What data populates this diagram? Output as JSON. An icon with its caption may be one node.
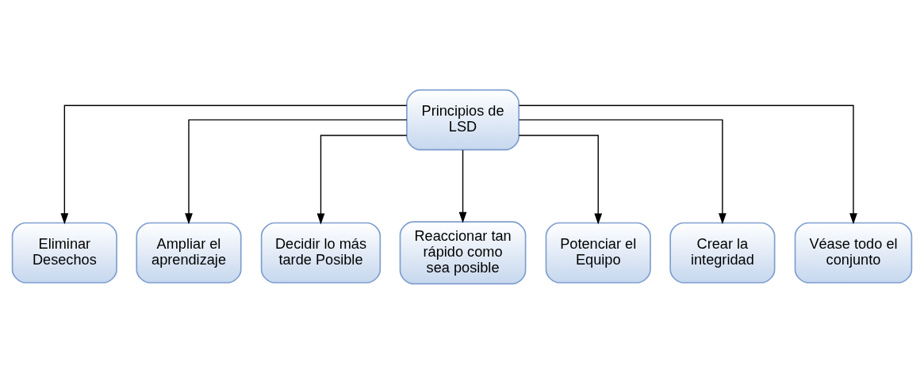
{
  "diagram": {
    "nodes": [
      {
        "text": [
          "Principios de LSD"
        ]
      },
      {
        "text": [
          "Eliminar Desechos"
        ]
      },
      {
        "text": [
          "Ampliar el aprendizaje"
        ]
      },
      {
        "text": [
          "Decidir lo más tarde Posible"
        ]
      },
      {
        "text": [
          "Reaccionar tan rápido como sea posible"
        ]
      },
      {
        "text": [
          "Potenciar el Equipo"
        ]
      },
      {
        "text": [
          "Crear la integridad"
        ]
      },
      {
        "text": [
          "Véase todo el conjunto"
        ]
      }
    ],
    "edges": [
      {
        "from": 0,
        "to": 1,
        "arrow": "to"
      },
      {
        "from": 0,
        "to": 2,
        "arrow": "to"
      },
      {
        "from": 0,
        "to": 3,
        "arrow": "to"
      },
      {
        "from": 0,
        "to": 4,
        "arrow": "to"
      },
      {
        "from": 0,
        "to": 5,
        "arrow": "to"
      },
      {
        "from": 0,
        "to": 6,
        "arrow": "to"
      },
      {
        "from": 0,
        "to": 7,
        "arrow": "to"
      }
    ]
  }
}
